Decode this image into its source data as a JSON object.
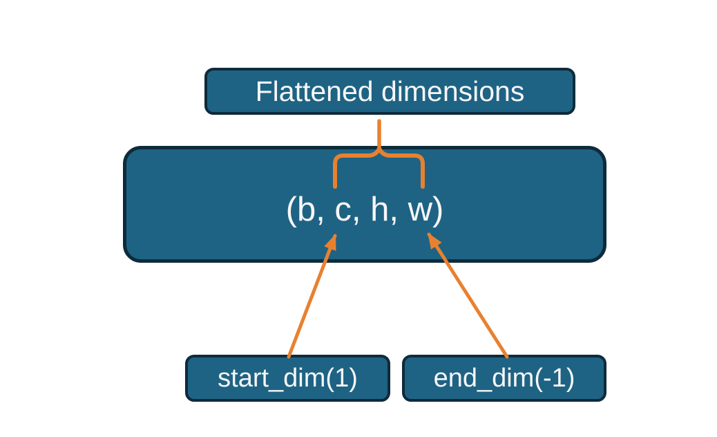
{
  "diagram": {
    "title_box": {
      "label": "Flattened dimensions"
    },
    "tensor_box": {
      "label": "(b, c, h, w)"
    },
    "start_dim_box": {
      "label": "start_dim(1)"
    },
    "end_dim_box": {
      "label": "end_dim(-1)"
    }
  },
  "colors": {
    "box_fill": "#1e6384",
    "box_border": "#0e2b3b",
    "connector_orange": "#e8812f",
    "text": "#f7f7f7",
    "background": "#ffffff"
  }
}
